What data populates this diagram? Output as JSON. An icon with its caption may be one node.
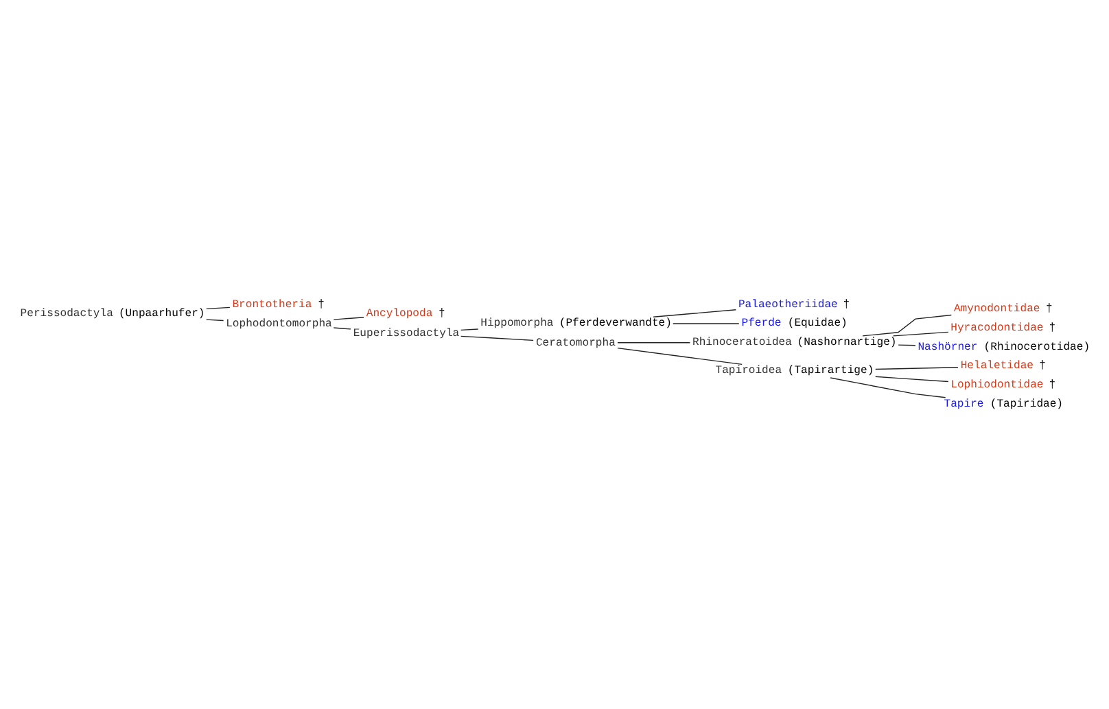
{
  "diagram": {
    "nodes": [
      {
        "text": [
          "Perissodactyla (Unpaarhufer)"
        ]
      },
      {
        "text": [
          "Brontotheria †"
        ]
      },
      {
        "text": [
          "Lophodontomorpha"
        ]
      },
      {
        "text": [
          "Ancylopoda †"
        ]
      },
      {
        "text": [
          "Euperissodactyla"
        ]
      },
      {
        "text": [
          "Hippomorpha (Pferdeverwandte)"
        ]
      },
      {
        "text": [
          "Palaeotheriidae †"
        ]
      },
      {
        "text": [
          "Pferde (Equidae)"
        ]
      },
      {
        "text": [
          "Ceratomorpha"
        ]
      },
      {
        "text": [
          "Rhinoceratoidea (Nashornartige)"
        ]
      },
      {
        "text": [
          "Amynodontidae †"
        ]
      },
      {
        "text": [
          "Hyracodontidae †"
        ]
      },
      {
        "text": [
          "Nashörner (Rhinocerotidae)"
        ]
      },
      {
        "text": [
          "Tapiroidea (Tapirartige)"
        ]
      },
      {
        "text": [
          "Helaletidae †"
        ]
      },
      {
        "text": [
          "Lophiodontidae †"
        ]
      },
      {
        "text": [
          "Tapire (Tapiridae)"
        ]
      }
    ],
    "edges": [
      {
        "from": 0,
        "to": 1,
        "arrow": "none"
      },
      {
        "from": 0,
        "to": 2,
        "arrow": "none"
      },
      {
        "from": 2,
        "to": 3,
        "arrow": "none"
      },
      {
        "from": 2,
        "to": 4,
        "arrow": "none"
      },
      {
        "from": 4,
        "to": 5,
        "arrow": "none"
      },
      {
        "from": 5,
        "to": 6,
        "arrow": "none"
      },
      {
        "from": 5,
        "to": 7,
        "arrow": "none"
      },
      {
        "from": 4,
        "to": 8,
        "arrow": "none"
      },
      {
        "from": 8,
        "to": 9,
        "arrow": "none"
      },
      {
        "from": 9,
        "to": 10,
        "arrow": "none"
      },
      {
        "from": 9,
        "to": 11,
        "arrow": "none"
      },
      {
        "from": 9,
        "to": 12,
        "arrow": "none"
      },
      {
        "from": 8,
        "to": 13,
        "arrow": "none"
      },
      {
        "from": 13,
        "to": 14,
        "arrow": "none"
      },
      {
        "from": 13,
        "to": 15,
        "arrow": "none"
      },
      {
        "from": 13,
        "to": 16,
        "arrow": "none"
      }
    ]
  }
}
